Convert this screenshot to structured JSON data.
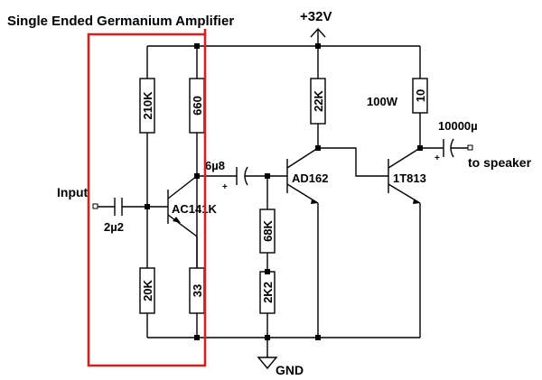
{
  "title": "Single Ended Germanium Amplifier",
  "supply": "+32V",
  "ground": "GND",
  "input_label": "Input",
  "output_label": "to speaker",
  "resistors": {
    "r1": "210K",
    "r2": "660",
    "r3": "20K",
    "r4": "33",
    "r5": "22K",
    "r6": "10",
    "r6_power": "100W",
    "r7": "68K",
    "r8": "2K2"
  },
  "capacitors": {
    "c_in": "2µ2",
    "c_couple": "6µ8",
    "c_out": "10000µ",
    "plus": "+"
  },
  "transistors": {
    "q1": "AC141K",
    "q2": "AD162",
    "q3": "1T813"
  },
  "colors": {
    "highlight": "#d42020",
    "wire": "#000000"
  }
}
